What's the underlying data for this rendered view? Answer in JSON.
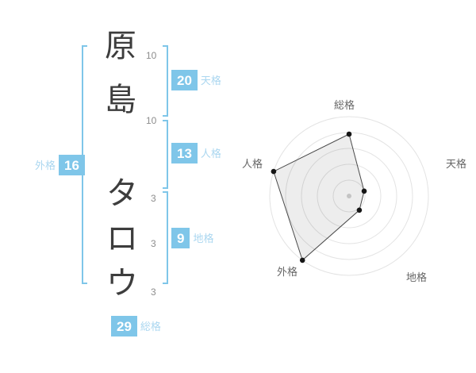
{
  "name_display": {
    "characters": [
      {
        "char": "原",
        "strokes": "10"
      },
      {
        "char": "島",
        "strokes": "10"
      },
      {
        "char": "タ",
        "strokes": "3"
      },
      {
        "char": "ロ",
        "strokes": "3"
      },
      {
        "char": "ウ",
        "strokes": "3"
      }
    ],
    "groups": {
      "tenkaku": {
        "label": "天格",
        "value": "20"
      },
      "jinkaku": {
        "label": "人格",
        "value": "13"
      },
      "chikaku": {
        "label": "地格",
        "value": "9"
      },
      "gaikaku": {
        "label": "外格",
        "value": "16"
      },
      "soukaku": {
        "label": "総格",
        "value": "29"
      }
    },
    "accent_color": "#7fc6e9",
    "label_color": "#abd7f0"
  },
  "chart_data": {
    "type": "radar",
    "axes": [
      "総格",
      "天格",
      "地格",
      "外格",
      "人格"
    ],
    "values": [
      78,
      20,
      22,
      100,
      100
    ],
    "max": 100,
    "rings": 5,
    "grid": "on",
    "legend": "none",
    "grid_color": "#e3e3e3",
    "fill_color": "rgba(0,0,0,0.07)",
    "stroke_color": "#4a4a4a",
    "point_color": "#161616",
    "center_dot_color": "#c4c4c4"
  }
}
